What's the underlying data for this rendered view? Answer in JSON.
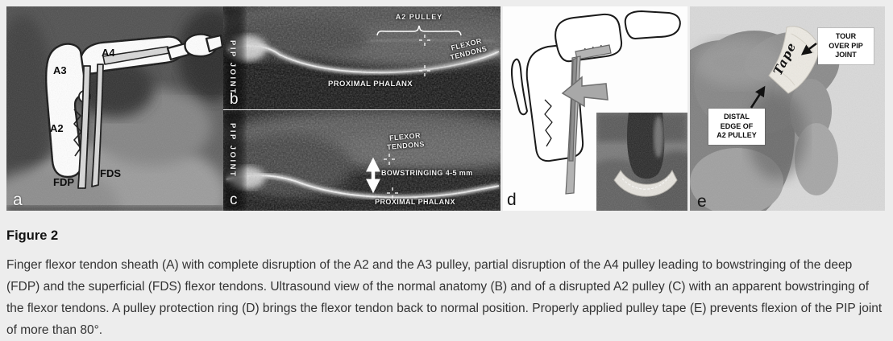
{
  "page": {
    "background": "#ededed"
  },
  "figure": {
    "panels": {
      "a": {
        "letter": "a",
        "labels": {
          "a4": "A4",
          "a3": "A3",
          "a2": "A2",
          "fdp": "FDP",
          "fds": "FDS"
        }
      },
      "b": {
        "letter": "b",
        "side_label": "PIP JOINT",
        "labels": {
          "a2_pulley": "A2 PULLEY",
          "flexor_tendons": "FLEXOR\nTENDONS",
          "proximal_phalanx": "PROXIMAL PHALANX"
        }
      },
      "c": {
        "letter": "c",
        "side_label": "PIP JOINT",
        "labels": {
          "flexor_tendons": "FLEXOR\nTENDONS",
          "bowstringing": "BOWSTRINGING 4-5 mm",
          "proximal_phalanx": "PROXIMAL PHALANX"
        }
      },
      "d": {
        "letter": "d"
      },
      "e": {
        "letter": "e",
        "labels": {
          "tape": "Tape",
          "tour_over_pip_joint": "TOUR\nOVER PIP\nJOINT",
          "distal_edge_a2": "DISTAL\nEDGE OF\nA2 PULLEY"
        }
      }
    }
  },
  "caption": {
    "title": "Figure 2",
    "body": "Finger flexor tendon sheath (A) with complete disruption of the A2 and the A3 pulley, partial disruption of the A4 pulley leading to bowstringing of the deep (FDP) and the superficial (FDS) flexor tendons. Ultrasound view of the normal anatomy (B) and of a disrupted A2 pulley (C) with an apparent bowstringing of the flexor tendons. A pulley protection ring (D) brings the flexor tendon back to normal position. Properly applied pulley tape (E) prevents flexion of the PIP joint of more than 80°."
  },
  "colors": {
    "page_background": "#ededed",
    "ultrasound_background": "#101010",
    "annotation_white": "#f2f2f2",
    "annotation_black": "#111111",
    "caption_text": "#333333"
  }
}
